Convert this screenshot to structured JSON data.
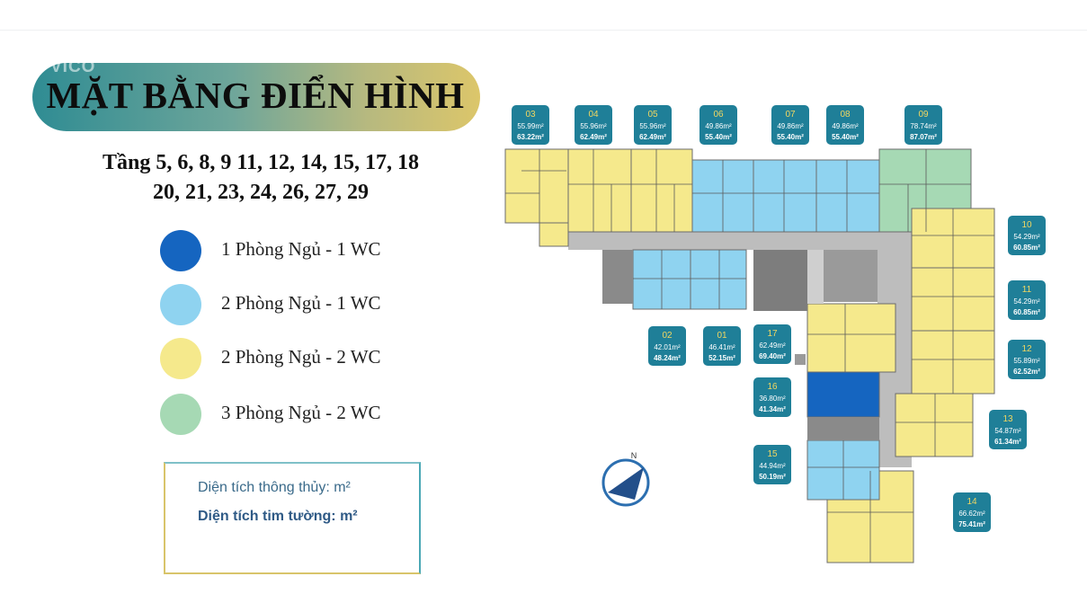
{
  "title": "MẶT BẰNG ĐIỂN HÌNH",
  "logo_text": "VICO",
  "floors_line1": "Tầng 5, 6, 8, 9 11, 12, 14, 15, 17, 18",
  "floors_line2": "20, 21, 23, 24, 26, 27, 29",
  "legend": [
    {
      "label": "1 Phòng Ngủ - 1 WC",
      "color": "#1565c0"
    },
    {
      "label": "2 Phòng Ngủ - 1 WC",
      "color": "#8fd3f0"
    },
    {
      "label": "2 Phòng Ngủ - 2 WC",
      "color": "#f5e98c"
    },
    {
      "label": "3 Phòng Ngủ - 2 WC",
      "color": "#a6d9b4"
    }
  ],
  "notes": {
    "clear_area": "Diện tích thông thủy: m²",
    "gross_area": "Diện tích tim tường: m²"
  },
  "colors": {
    "tag_bg": "#1f7f98",
    "tag_number": "#f2d760",
    "corridor": "#bfbfbf",
    "core": "#7d7d7d"
  },
  "units": [
    {
      "no": "03",
      "clear": "55.99m²",
      "gross": "63.22m²"
    },
    {
      "no": "04",
      "clear": "55.96m²",
      "gross": "62.49m²"
    },
    {
      "no": "05",
      "clear": "55.96m²",
      "gross": "62.49m²"
    },
    {
      "no": "06",
      "clear": "49.86m²",
      "gross": "55.40m²"
    },
    {
      "no": "07",
      "clear": "49.86m²",
      "gross": "55.40m²"
    },
    {
      "no": "08",
      "clear": "49.86m²",
      "gross": "55.40m²"
    },
    {
      "no": "09",
      "clear": "78.74m²",
      "gross": "87.07m²"
    },
    {
      "no": "10",
      "clear": "54.29m²",
      "gross": "60.85m²"
    },
    {
      "no": "11",
      "clear": "54.29m²",
      "gross": "60.85m²"
    },
    {
      "no": "12",
      "clear": "55.89m²",
      "gross": "62.52m²"
    },
    {
      "no": "13",
      "clear": "54.87m²",
      "gross": "61.34m²"
    },
    {
      "no": "14",
      "clear": "66.62m²",
      "gross": "75.41m²"
    },
    {
      "no": "15",
      "clear": "44.94m²",
      "gross": "50.19m²"
    },
    {
      "no": "16",
      "clear": "36.80m²",
      "gross": "41.34m²"
    },
    {
      "no": "17",
      "clear": "62.49m²",
      "gross": "69.40m²"
    },
    {
      "no": "01",
      "clear": "46.41m²",
      "gross": "52.15m²"
    },
    {
      "no": "02",
      "clear": "42.01m²",
      "gross": "48.24m²"
    }
  ],
  "compass_label": "N"
}
